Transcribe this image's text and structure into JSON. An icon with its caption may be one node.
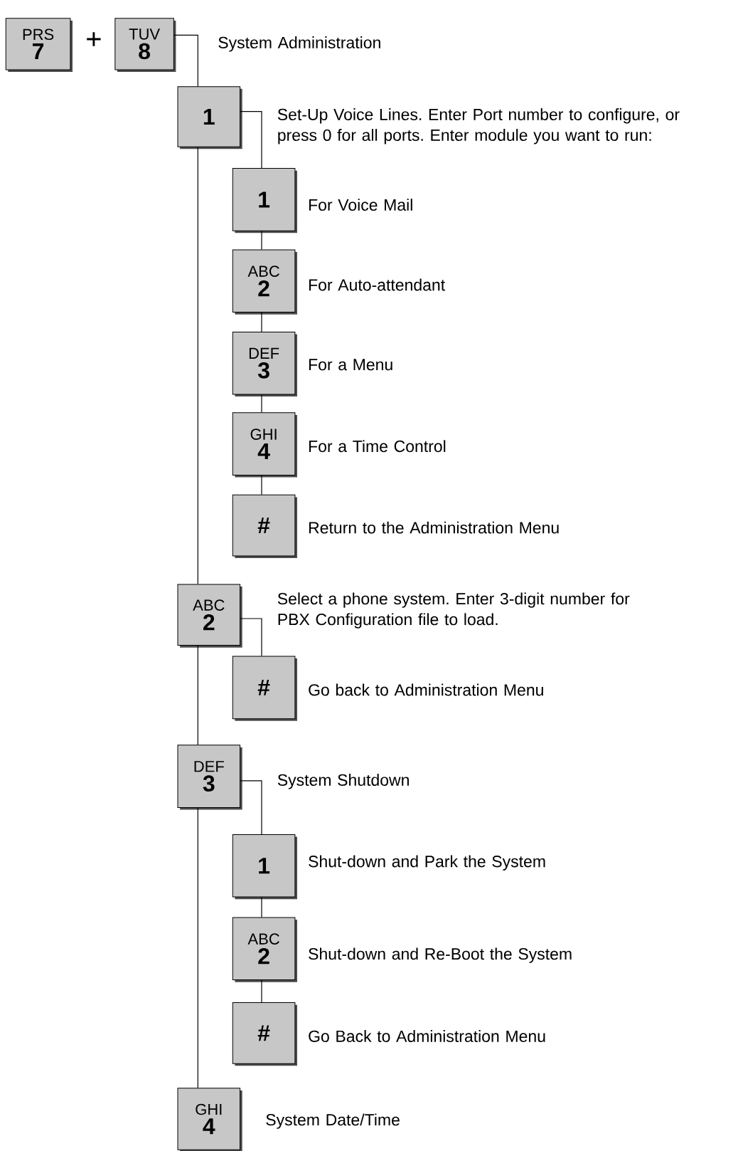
{
  "diagram": {
    "nodes": [
      {
        "text": [
          "PRS",
          "7"
        ]
      },
      {
        "text": [
          "TUV",
          "8"
        ],
        "beside": [
          "System Administration"
        ]
      },
      {
        "text": [
          "1"
        ],
        "beside": [
          "Set-Up Voice Lines. Enter Port number to configure, or press 0 for all ports. Enter module you want to run:"
        ]
      },
      {
        "text": [
          "1"
        ],
        "beside": [
          "For Voice Mail"
        ]
      },
      {
        "text": [
          "ABC",
          "2"
        ],
        "beside": [
          "For Auto-attendant"
        ]
      },
      {
        "text": [
          "DEF",
          "3"
        ],
        "beside": [
          "For a Menu"
        ]
      },
      {
        "text": [
          "GHI",
          "4"
        ],
        "beside": [
          "For a Time Control"
        ]
      },
      {
        "text": [
          "#"
        ],
        "beside": [
          "Return to the Administration Menu"
        ]
      },
      {
        "text": [
          "ABC",
          "2"
        ],
        "beside": [
          "Select a phone system. Enter 3-digit number for PBX Configuration file to load."
        ]
      },
      {
        "text": [
          "#"
        ],
        "beside": [
          "Go back to Administration Menu"
        ]
      },
      {
        "text": [
          "DEF",
          "3"
        ],
        "beside": [
          "System Shutdown"
        ]
      },
      {
        "text": [
          "1"
        ],
        "beside": [
          "Shut-down and Park the System"
        ]
      },
      {
        "text": [
          "ABC",
          "2"
        ],
        "beside": [
          "Shut-down and Re-Boot the System"
        ]
      },
      {
        "text": [
          "#"
        ],
        "beside": [
          "Go Back to Administration Menu"
        ]
      },
      {
        "text": [
          "GHI",
          "4"
        ],
        "beside": [
          "System Date/Time"
        ]
      }
    ],
    "edges": [
      {
        "from": 1,
        "to": 2,
        "arrow": "none"
      },
      {
        "from": 2,
        "to": 3,
        "arrow": "none"
      },
      {
        "from": 3,
        "to": 4,
        "arrow": "none"
      },
      {
        "from": 4,
        "to": 5,
        "arrow": "none"
      },
      {
        "from": 5,
        "to": 6,
        "arrow": "none"
      },
      {
        "from": 6,
        "to": 7,
        "arrow": "none"
      },
      {
        "from": 2,
        "to": 8,
        "arrow": "none"
      },
      {
        "from": 8,
        "to": 9,
        "arrow": "none"
      },
      {
        "from": 8,
        "to": 10,
        "arrow": "none"
      },
      {
        "from": 10,
        "to": 11,
        "arrow": "none"
      },
      {
        "from": 11,
        "to": 12,
        "arrow": "none"
      },
      {
        "from": 12,
        "to": 13,
        "arrow": "none"
      },
      {
        "from": 10,
        "to": 14,
        "arrow": "none"
      }
    ],
    "labels": [
      "+"
    ]
  }
}
